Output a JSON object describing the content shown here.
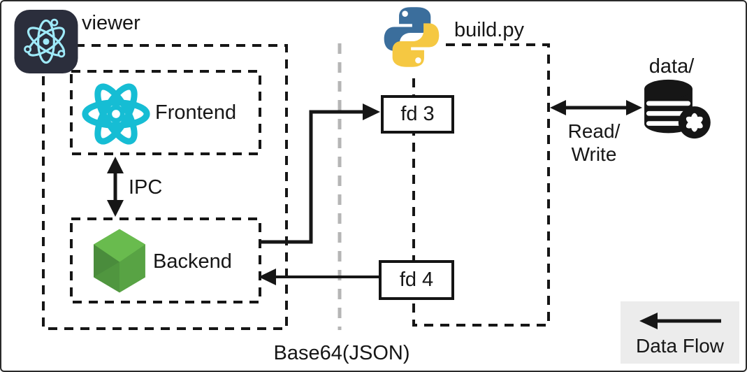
{
  "viewer_group": {
    "title": "viewer",
    "frontend_label": "Frontend",
    "backend_label": "Backend",
    "ipc_label": "IPC"
  },
  "python_group": {
    "title": "build.py",
    "fd3_label": "fd 3",
    "fd4_label": "fd 4"
  },
  "storage": {
    "title": "data/",
    "read_write": [
      "Read/",
      "Write"
    ]
  },
  "labels": {
    "protocol": "Base64(JSON)"
  },
  "legend": {
    "label": "Data Flow"
  },
  "icons": {
    "electron": "electron-atom-icon",
    "react": "react-atom-icon",
    "nodejs": "nodejs-hexagon-icon",
    "python": "python-logo-icon",
    "database": "database-cylinder-icon"
  },
  "colors": {
    "ink": "#161616",
    "electron_bg": "#2b2e3c",
    "electron_fg": "#9feaf9",
    "react_cyan": "#16bdd4",
    "node_green": "#58a344",
    "node_green_light": "#69bb4e",
    "node_green_dark": "#4a8c3c",
    "python_blue": "#3b6e9c",
    "python_yellow": "#f5c842",
    "divider_gray": "#b5b5b5",
    "legend_bg": "#ececec"
  }
}
